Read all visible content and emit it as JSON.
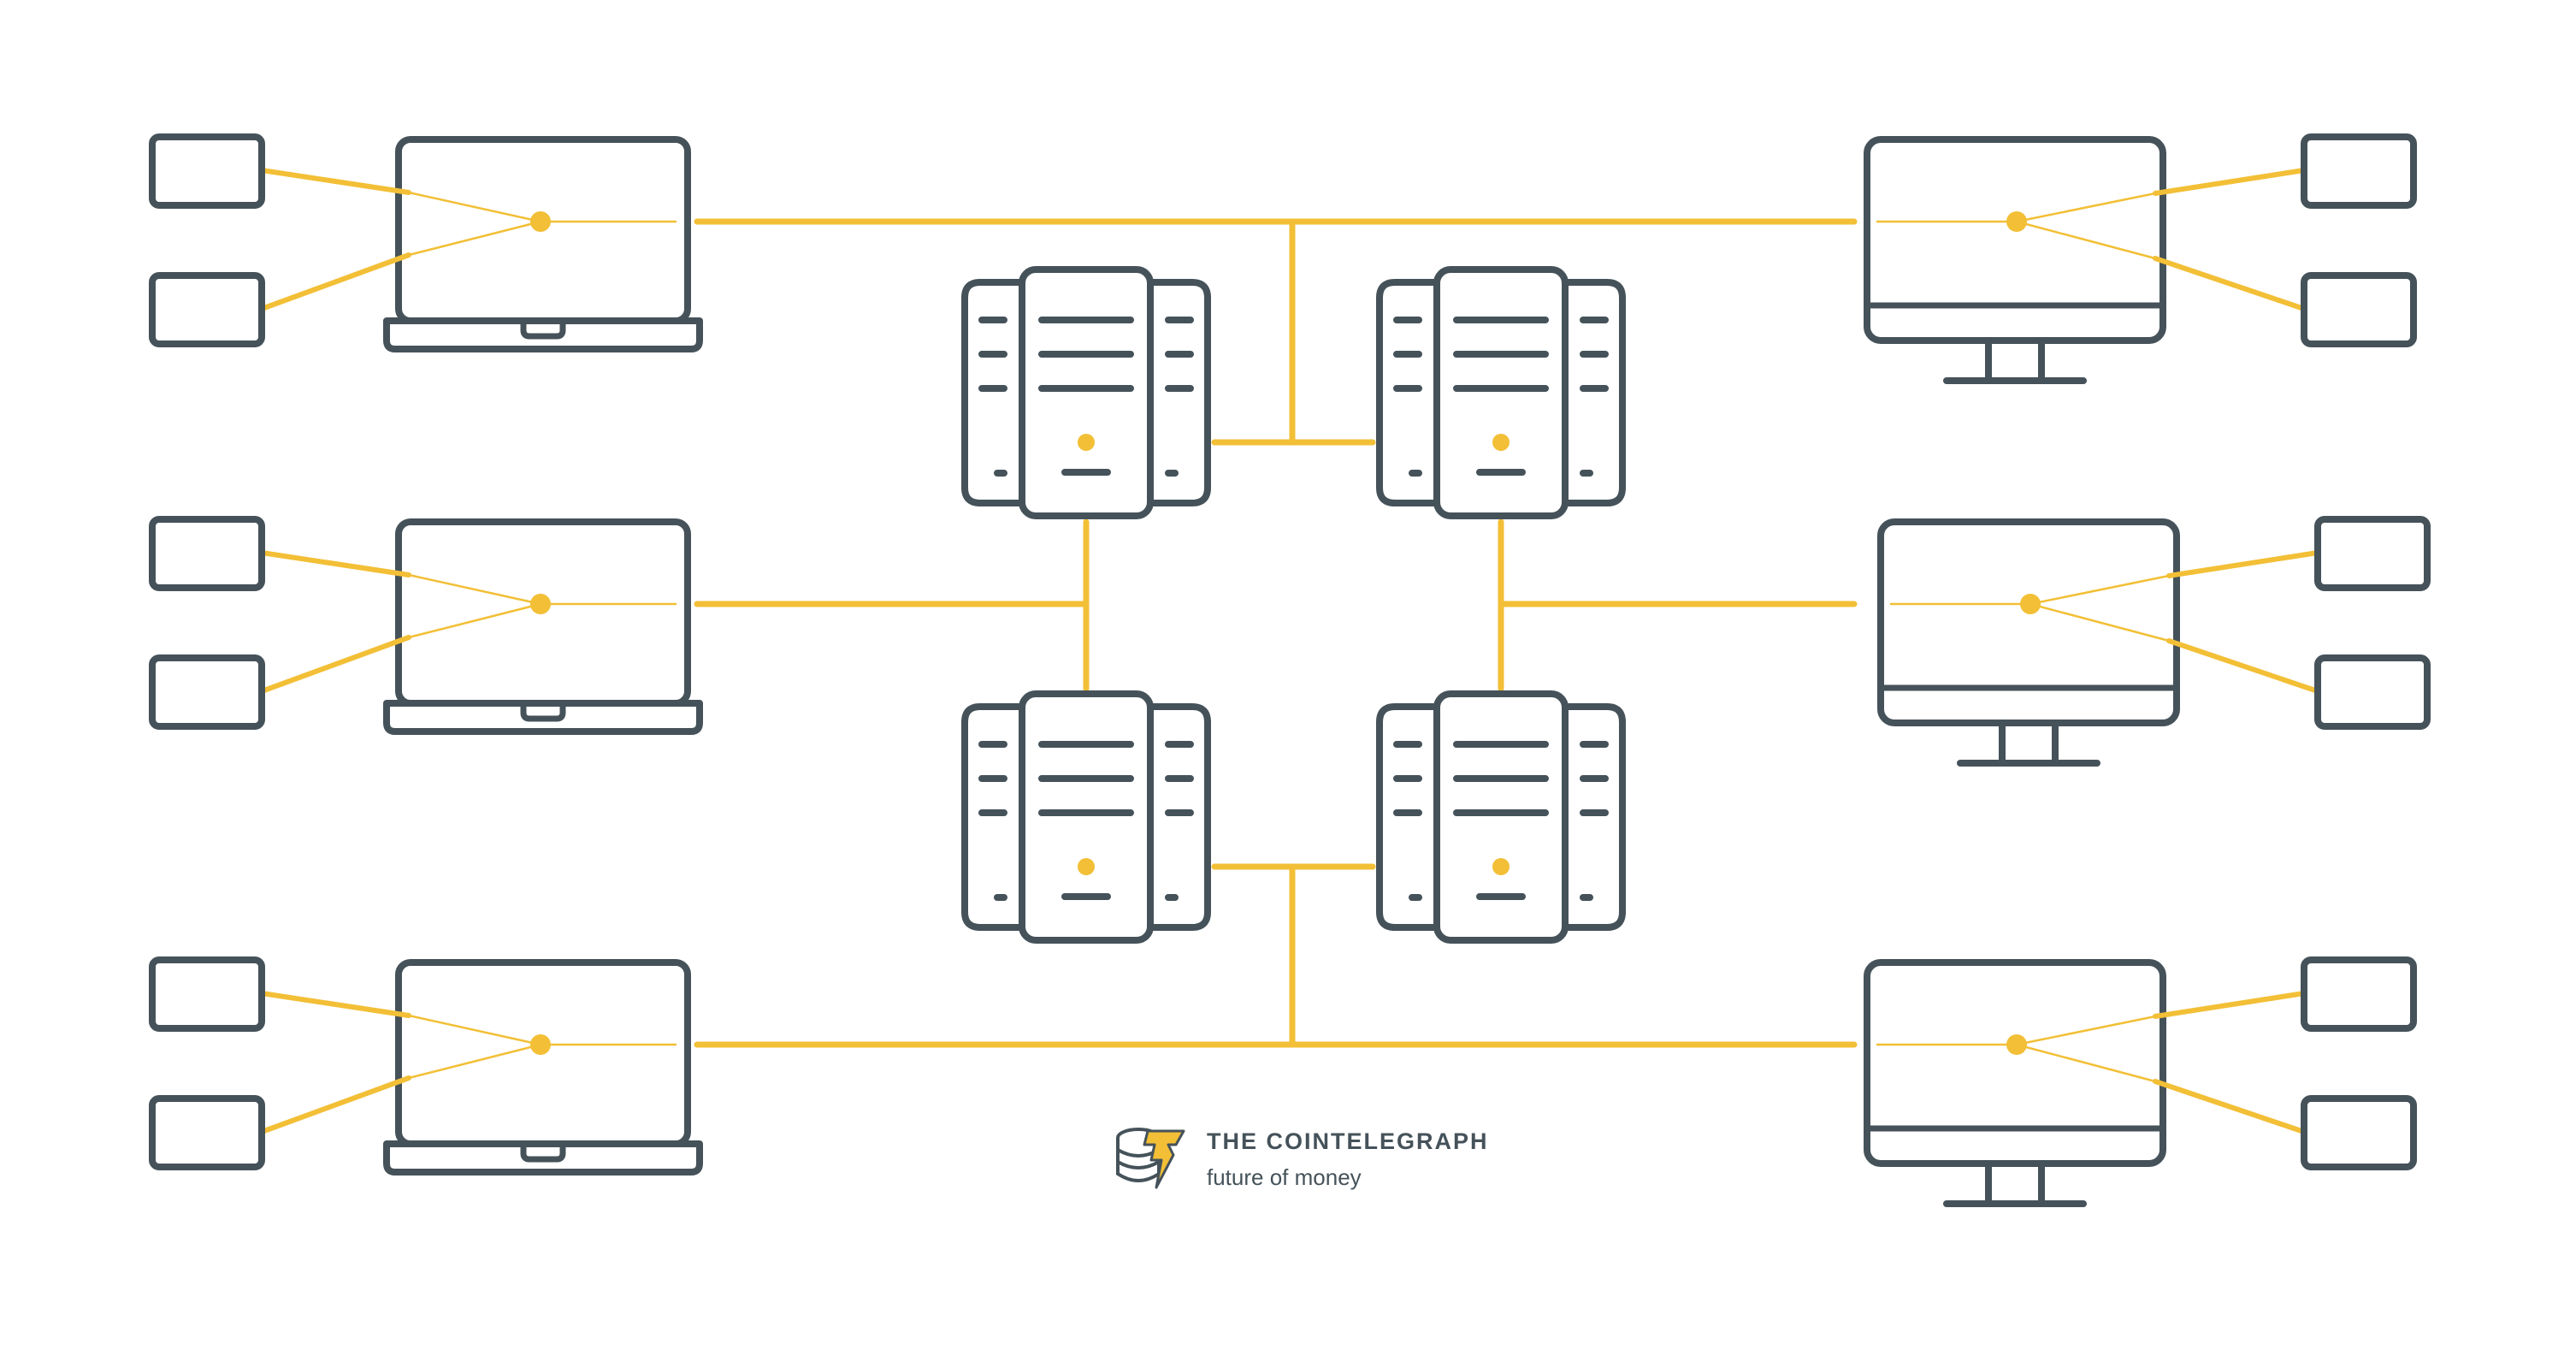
{
  "brand": {
    "name": "THE COINTELEGRAPH",
    "tagline": "future of money"
  },
  "colors": {
    "line": "#45525a",
    "accent": "#f2bf36",
    "background": "#ffffff"
  },
  "nodes": {
    "laptops": 3,
    "monitors": 3,
    "servers": 4,
    "peripherals_per_device": 2
  }
}
